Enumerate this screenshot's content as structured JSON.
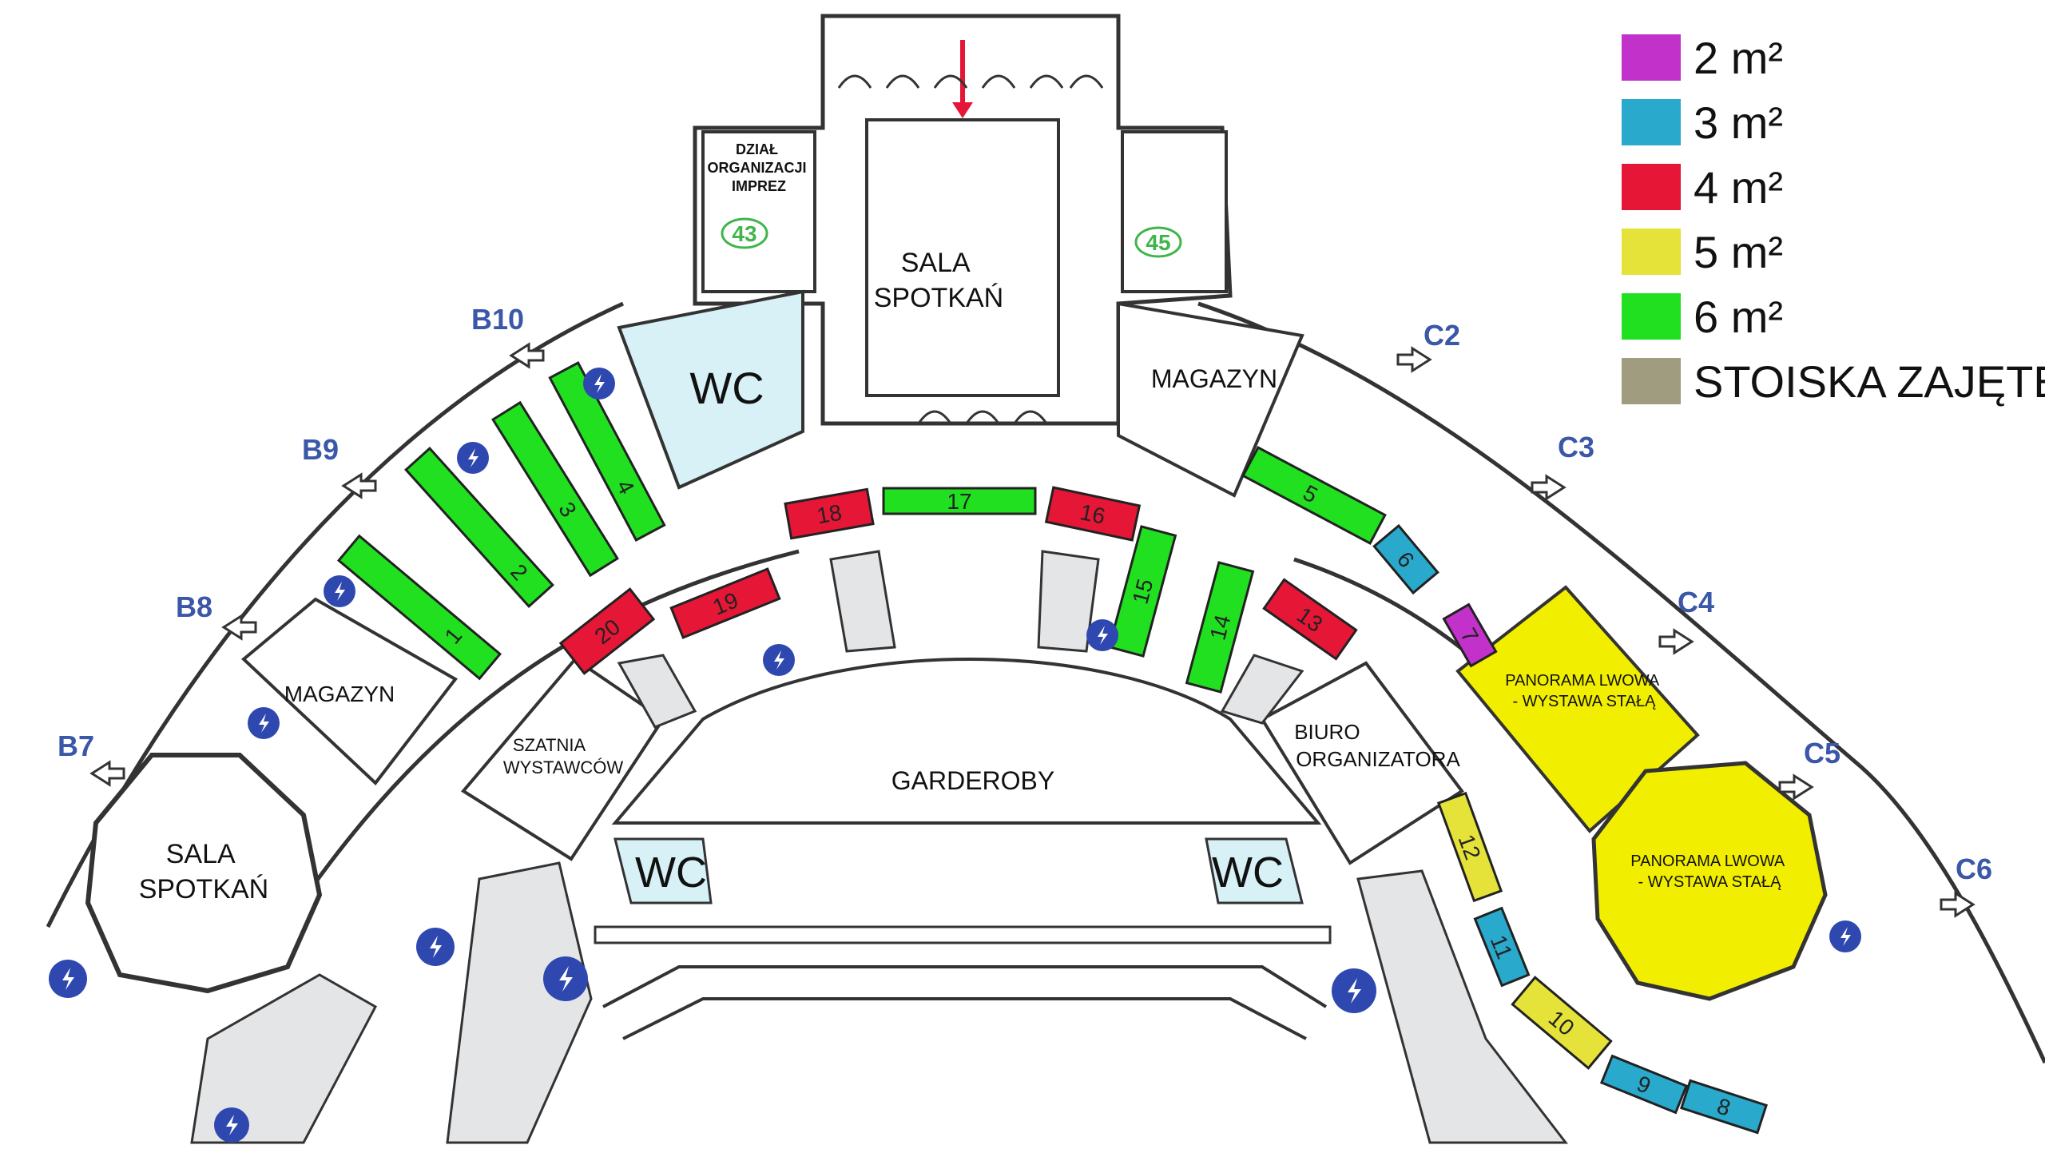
{
  "legend": {
    "items": [
      {
        "label": "2 m²",
        "color": "#c231c9"
      },
      {
        "label": "3 m²",
        "color": "#29a9cb"
      },
      {
        "label": "4 m²",
        "color": "#e51636"
      },
      {
        "label": "5 m²",
        "color": "#e5e23a"
      },
      {
        "label": "6 m²",
        "color": "#20e020"
      },
      {
        "label": "STOISKA ZAJĘTE",
        "color": "#a09c80"
      }
    ]
  },
  "rooms": {
    "sala_center": "SALA\nSPOTKAŃ",
    "sala_left": "SALA\nSPOTKAŃ",
    "magazyn_right": "MAGAZYN",
    "magazyn_left": "MAGAZYN",
    "dzial": "DZIAŁ\nORGANIZACJI\nIMPREZ",
    "room_43": "43",
    "room_45": "45",
    "wc_top": "WC",
    "wc_left": "WC",
    "wc_right": "WC",
    "szatnia": "SZATNIA\nWYSTAWCÓW",
    "garderoby": "GARDEROBY",
    "biuro": "BIURO\nORGANIZATORA",
    "panorama_top": "PANORAMA LWOWA\n- WYSTAWA STAŁĄ",
    "panorama_octagon": "PANORAMA LWOWA\n- WYSTAWA STAŁĄ"
  },
  "exits": [
    "B10",
    "B9",
    "B8",
    "B7",
    "C2",
    "C3",
    "C4",
    "C5",
    "C6"
  ],
  "booths": [
    "1",
    "2",
    "3",
    "4",
    "5",
    "6",
    "7",
    "8",
    "9",
    "10",
    "11",
    "12",
    "13",
    "14",
    "15",
    "16",
    "17",
    "18",
    "19",
    "20"
  ],
  "booth_sizes": {
    "1": "6",
    "2": "6",
    "3": "6",
    "4": "6",
    "5": "6",
    "6": "3",
    "7": "2",
    "8": "3",
    "9": "3",
    "10": "5",
    "11": "3",
    "12": "5",
    "13": "4",
    "14": "6",
    "15": "6",
    "16": "4",
    "17": "6",
    "18": "4",
    "19": "4",
    "20": "4"
  }
}
